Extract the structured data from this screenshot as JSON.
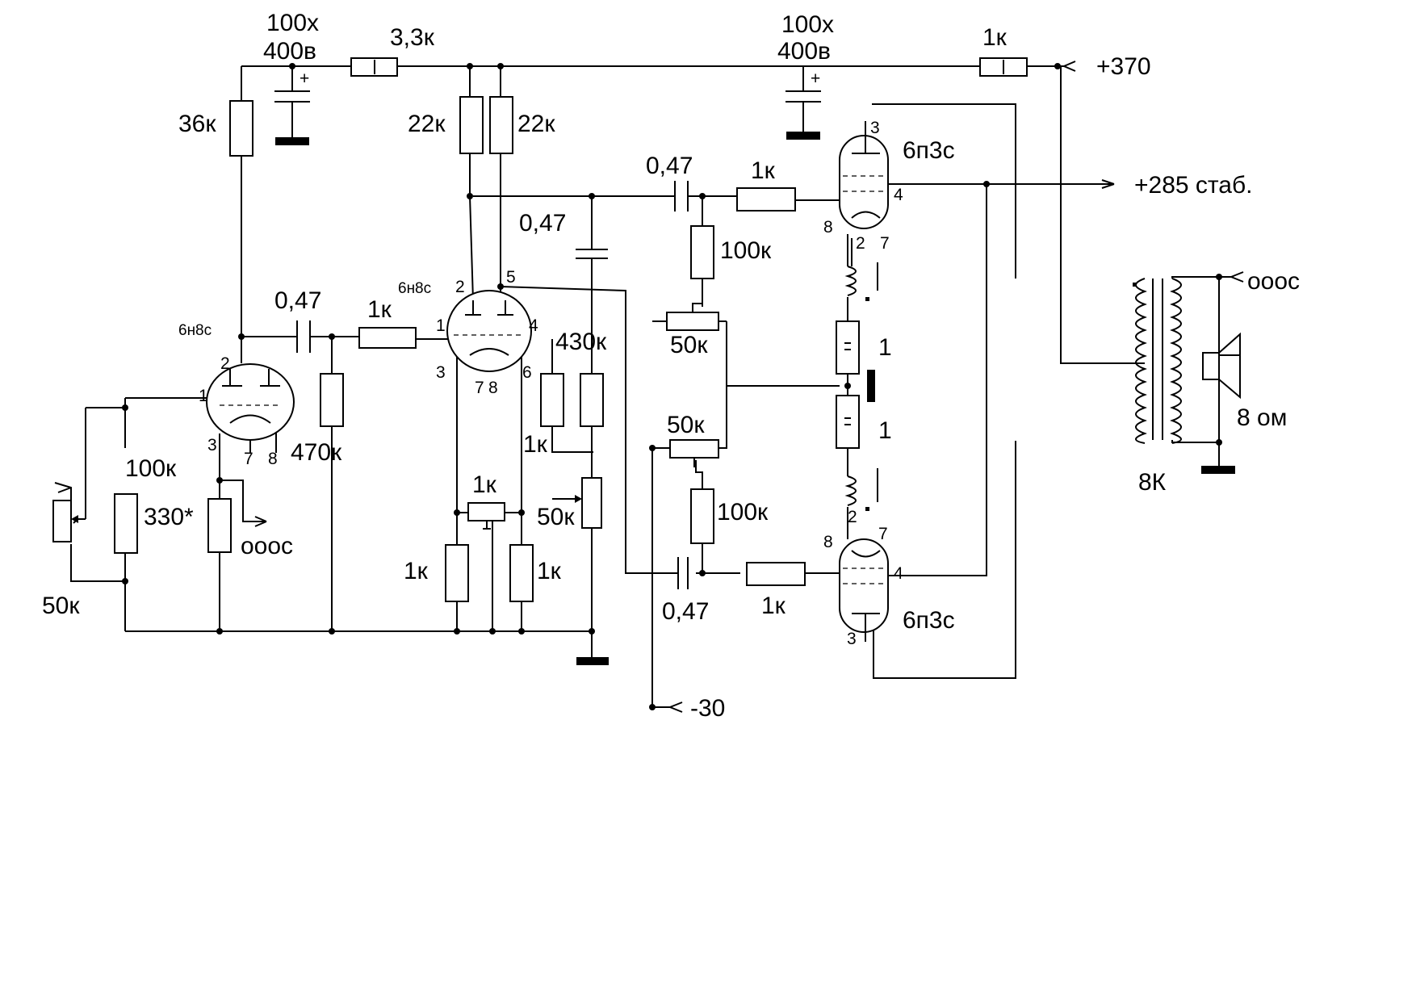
{
  "supply": {
    "b_plus": "+370",
    "screen": "+285 стаб.",
    "bias": "-30"
  },
  "power_filter": {
    "cap1": [
      "100х",
      "400в"
    ],
    "cap2": [
      "100х",
      "400в"
    ],
    "r_mid": "3,3к",
    "r_in": "1к"
  },
  "input_stage": {
    "tube": "6н8с",
    "r_plate": "36к",
    "volume": "50к",
    "r_grid": "100к",
    "r_cathode": "330*",
    "feedback": "ооос",
    "pins": {
      "p1": "1",
      "p2": "2",
      "p3": "3",
      "p7": "7",
      "p8": "8"
    }
  },
  "coupling1": {
    "cap": "0,47",
    "r_grid_stop": "1к",
    "r_leak": "470к"
  },
  "phase_splitter": {
    "tube": "6н8с",
    "r_plate_a": "22к",
    "r_plate_b": "22к",
    "r_grid2": "430к",
    "r_k1": "1к",
    "r_k2": "1к",
    "trim_k": "1к",
    "r_ks": "1к",
    "pot_balance": "50к",
    "cap_bypass": "0,47",
    "pins": {
      "p1": "1",
      "p2": "2",
      "p3": "3",
      "p4": "4",
      "p5": "5",
      "p6": "6",
      "p7": "7",
      "p8": "8"
    }
  },
  "output_upper": {
    "cap": "0,47",
    "r_grid_stop": "1к",
    "r_bias": "100к",
    "pot_bias": "50к",
    "tube": "6п3с",
    "pins": {
      "p3": "3",
      "p4": "4",
      "p8": "8",
      "p2": "2",
      "p7": "7"
    },
    "r_cathode": "1"
  },
  "output_lower": {
    "cap": "0,47",
    "r_grid_stop": "1к",
    "r_bias": "100к",
    "pot_bias": "50к",
    "tube": "6п3с",
    "pins": {
      "p2": "2",
      "p7": "7",
      "p8": "8",
      "p4": "4",
      "p3": "3"
    },
    "r_cathode": "1"
  },
  "transformer": {
    "impedance": "8К",
    "feedback": "ооос",
    "speaker": "8 ом"
  }
}
